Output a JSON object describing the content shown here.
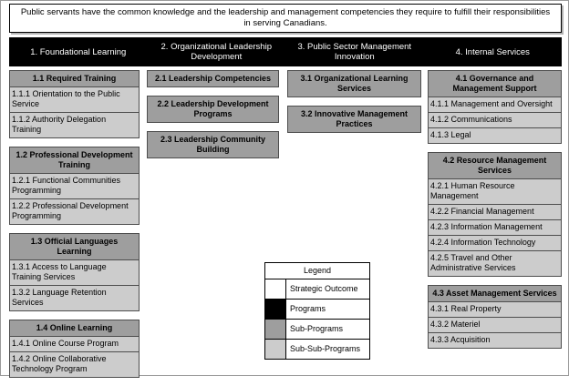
{
  "strategic_outcome": {
    "text": "Public servants have the common knowledge and the leadership and management competencies they require to fulfill their responsibilities in serving Canadians."
  },
  "programs": [
    {
      "label": "1. Foundational Learning"
    },
    {
      "label": "2. Organizational Leadership Development"
    },
    {
      "label": "3. Public Sector Management Innovation"
    },
    {
      "label": "4. Internal Services"
    }
  ],
  "columns": [
    {
      "id": "col1",
      "groups": [
        {
          "header": "1.1 Required Training",
          "children": [
            "1.1.1 Orientation to the Public Service",
            "1.1.2 Authority Delegation Training"
          ]
        },
        {
          "header": "1.2 Professional Development Training",
          "children": [
            "1.2.1 Functional Communities Programming",
            "1.2.2 Professional Development Programming"
          ]
        },
        {
          "header": "1.3 Official Languages Learning",
          "children": [
            "1.3.1 Access to Language Training Services",
            "1.3.2 Language Retention Services"
          ]
        },
        {
          "header": "1.4 Online Learning",
          "children": [
            "1.4.1 Online Course Program",
            "1.4.2 Online Collaborative Technology Program"
          ]
        }
      ]
    },
    {
      "id": "col2",
      "groups": [
        {
          "header": "2.1 Leadership Competencies",
          "children": []
        },
        {
          "header": "2.2 Leadership Development Programs",
          "children": []
        },
        {
          "header": "2.3 Leadership Community Building",
          "children": []
        }
      ]
    },
    {
      "id": "col3",
      "groups": [
        {
          "header": "3.1 Organizational Learning Services",
          "children": []
        },
        {
          "header": "3.2 Innovative Management Practices",
          "children": []
        }
      ]
    },
    {
      "id": "col4",
      "groups": [
        {
          "header": "4.1 Governance and Management Support",
          "children": [
            "4.1.1 Management and Oversight",
            "4.1.2 Communications",
            "4.1.3 Legal"
          ]
        },
        {
          "header": "4.2 Resource Management Services",
          "children": [
            "4.2.1 Human Resource Management",
            "4.2.2 Financial Management",
            "4.2.3 Information Management",
            "4.2.4 Information Technology",
            "4.2.5 Travel and Other Administrative Services"
          ]
        },
        {
          "header": "4.3 Asset Management Services",
          "children": [
            "4.3.1 Real Property",
            "4.3.2 Materiel",
            "4.3.3 Acquisition"
          ]
        }
      ]
    }
  ],
  "legend": {
    "title": "Legend",
    "items": [
      {
        "label": "Strategic Outcome",
        "color": "#ffffff"
      },
      {
        "label": "Programs",
        "color": "#000000"
      },
      {
        "label": "Sub-Programs",
        "color": "#9e9e9e"
      },
      {
        "label": "Sub-Sub-Programs",
        "color": "#cccccc"
      }
    ]
  }
}
